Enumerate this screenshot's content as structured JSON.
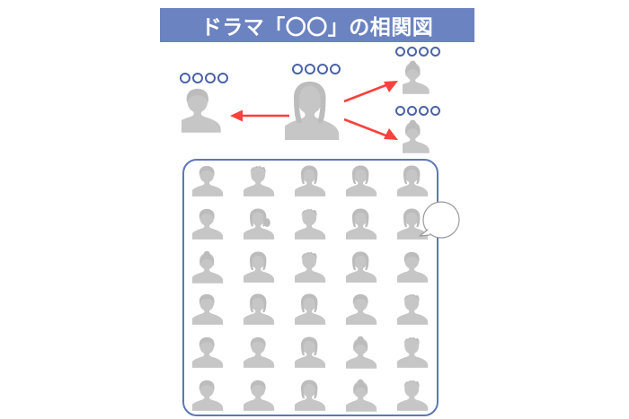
{
  "title": {
    "text": "ドラマ「〇〇」の相関図",
    "banner_color": "#6b83c0",
    "text_color": "#ffffff"
  },
  "colors": {
    "accent_blue": "#6b83c0",
    "border_blue": "#5c77b6",
    "ring_blue": "#4a63a8",
    "figure_gray": "#c6c6c6",
    "arrow_red": "#f9413c",
    "bubble_outline": "#9a9a9a",
    "background": "#ffffff"
  },
  "figures": [
    {
      "id": "main-character",
      "name_placeholder": "〇〇〇〇",
      "circle_count": 4,
      "gender": "female",
      "hair": "long",
      "size": "large",
      "position": "center"
    },
    {
      "id": "character-left",
      "name_placeholder": "〇〇〇〇",
      "circle_count": 4,
      "gender": "male",
      "hair": "short",
      "size": "medium",
      "position": "left"
    },
    {
      "id": "character-right-top",
      "name_placeholder": "〇〇〇〇",
      "circle_count": 4,
      "gender": "female",
      "hair": "bun",
      "size": "small",
      "position": "right-top"
    },
    {
      "id": "character-right-bottom",
      "name_placeholder": "〇〇〇〇",
      "circle_count": 4,
      "gender": "female",
      "hair": "bun",
      "size": "small",
      "position": "right-bottom"
    }
  ],
  "relations": [
    {
      "id": "arrow-to-left",
      "from": "main-character",
      "to": "character-left",
      "direction": "left"
    },
    {
      "id": "arrow-to-right-top",
      "from": "main-character",
      "to": "character-right-top",
      "direction": "up-right"
    },
    {
      "id": "arrow-to-right-bottom",
      "from": "main-character",
      "to": "character-right-bottom",
      "direction": "down-right"
    }
  ],
  "cast_panel": {
    "columns": 5,
    "rows": 6,
    "total": 30,
    "avatars": [
      "male-short",
      "male-spiky",
      "female-bob",
      "female-bob",
      "female-bob",
      "male-short",
      "female-ponytail",
      "male-spiky",
      "female-bob",
      "female-bob",
      "female-bun",
      "female-bob",
      "male-spiky",
      "female-bob",
      "male-short",
      "male-short",
      "female-bob",
      "female-bob",
      "male-short",
      "male-spiky",
      "male-short",
      "male-short",
      "female-bob",
      "female-bun",
      "male-spiky",
      "male-short",
      "male-short",
      "female-bob",
      "female-bun",
      "male-spiky"
    ]
  },
  "speech_bubble": {
    "text": "",
    "shape": "round",
    "tail": "left"
  }
}
